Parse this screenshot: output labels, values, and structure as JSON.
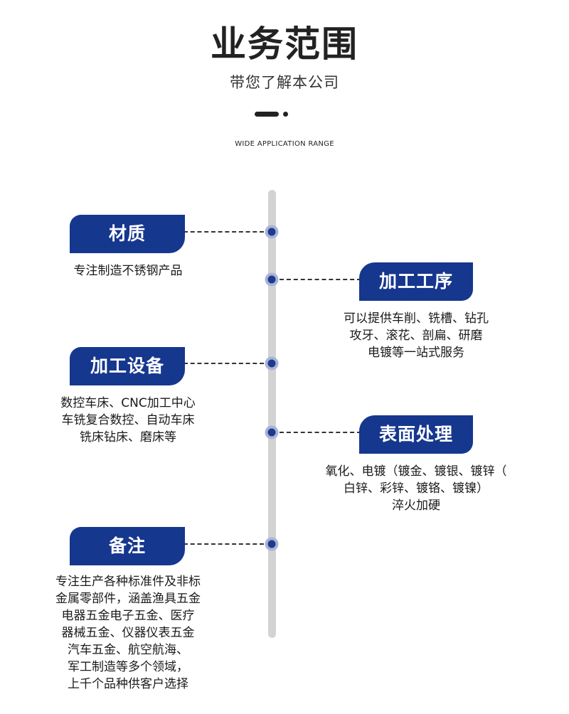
{
  "header": {
    "title": "业务范围",
    "subtitle": "带您了解本公司",
    "english": "WIDE APPLICATION RANGE"
  },
  "items": [
    {
      "label": "材质",
      "lines": [
        "专注制造不锈钢产品"
      ]
    },
    {
      "label": "加工工序",
      "lines": [
        "可以提供车削、铣槽、钻孔",
        "攻牙、滚花、剖扁、研磨",
        "电镀等一站式服务"
      ]
    },
    {
      "label": "加工设备",
      "lines": [
        "数控车床、CNC加工中心",
        "车铣复合数控、自动车床",
        "铣床钻床、磨床等"
      ]
    },
    {
      "label": "表面处理",
      "lines": [
        "氧化、电镀（镀金、镀银、镀锌（",
        "白锌、彩锌、镀铬、镀镍）",
        "淬火加硬"
      ]
    },
    {
      "label": "备注",
      "lines": [
        "专注生产各种标准件及非标",
        "金属零部件，涵盖渔具五金",
        "电器五金电子五金、医疗",
        "器械五金、仪器仪表五金",
        "汽车五金、航空航海、",
        "军工制造等多个领域，",
        "上千个品种供客户选择"
      ]
    }
  ],
  "colors": {
    "accent": "#16378e",
    "timeline": "#d3d3d3",
    "node_ring": "#a9b3d6"
  }
}
